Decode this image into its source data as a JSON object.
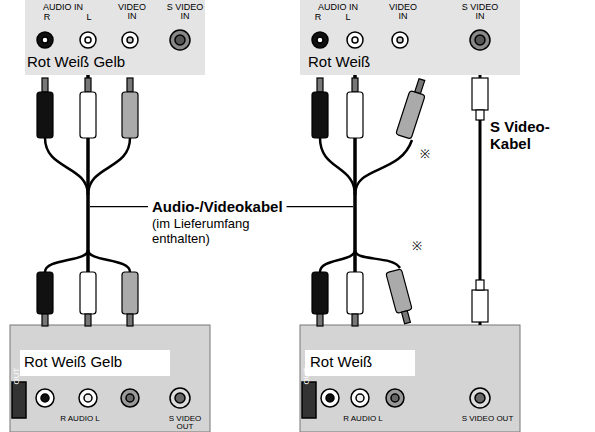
{
  "diagram": {
    "nodes": [
      {
        "text": [
          "AUDIO IN",
          "R",
          "L",
          "VIDEO IN",
          "S VIDEO IN",
          "Rot Weiß Gelb"
        ]
      },
      {
        "text": [
          "Rot Weiß Gelb",
          "OUT",
          "R AUDIO L",
          "S VIDEO OUT"
        ]
      },
      {
        "text": [
          "AUDIO IN",
          "R",
          "L",
          "VIDEO IN",
          "S VIDEO IN",
          "Rot Weiß"
        ]
      },
      {
        "text": [
          "Rot Weiß",
          "OUT",
          "R AUDIO L",
          "S VIDEO OUT"
        ]
      }
    ],
    "edges": [
      {
        "from": 0,
        "to": 1,
        "arrow": "none"
      },
      {
        "from": 2,
        "to": 3,
        "arrow": "none"
      },
      {
        "from": 2,
        "to": 3,
        "label": "S Video-Kabel",
        "arrow": "none"
      }
    ],
    "labels": [
      "Audio-/Videokabel",
      "(im Lieferumfang enthalten)",
      "※",
      "※"
    ]
  }
}
